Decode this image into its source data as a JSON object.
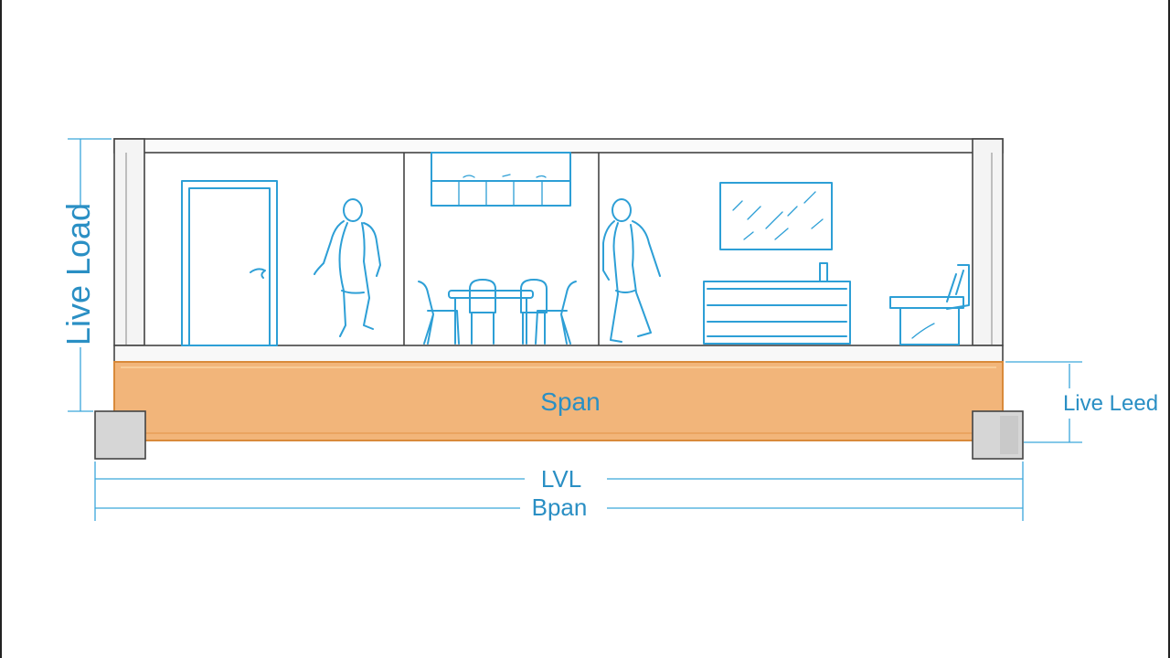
{
  "labels": {
    "live_load_vertical": "Live Load",
    "span_on_beam": "Span",
    "live_load_right": "Live Leed",
    "lvl_dimension": "LVL",
    "span_dimension": "Bpan"
  },
  "colors": {
    "beam_fill": "#f2b57a",
    "beam_edge": "#d98a3a",
    "line_blue": "#2d9fd6",
    "structure_gray": "#444444",
    "support_gray": "#d6d6d6"
  },
  "icons": [
    "door-icon",
    "person-walking-icon",
    "dining-table-icon",
    "wall-cabinet-icon",
    "picture-frame-icon",
    "dresser-icon",
    "armchair-icon"
  ]
}
